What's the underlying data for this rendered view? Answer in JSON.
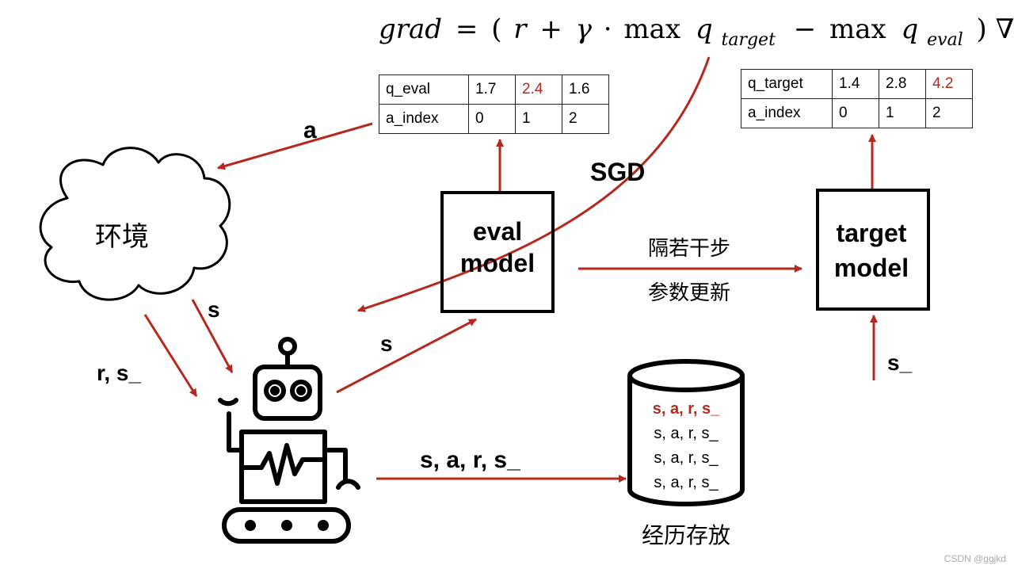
{
  "formula": {
    "lhs": "grad",
    "eq": "=",
    "open": "(",
    "r": "r",
    "plus": "+",
    "gamma": "γ",
    "dot": "·",
    "max1": "max",
    "q1": "q",
    "q1_sub": "target",
    "minus": "−",
    "max2": "max",
    "q2": "q",
    "q2_sub": "eval",
    "close": ")",
    "nabla": "∇(θ)"
  },
  "eval_table": {
    "rows": [
      {
        "label": "q_eval",
        "cells": [
          "1.7",
          "2.4",
          "1.6"
        ]
      },
      {
        "label": "a_index",
        "cells": [
          "0",
          "1",
          "2"
        ]
      }
    ],
    "highlight_col": 1
  },
  "target_table": {
    "rows": [
      {
        "label": "q_target",
        "cells": [
          "1.4",
          "2.8",
          "4.2"
        ]
      },
      {
        "label": "a_index",
        "cells": [
          "0",
          "1",
          "2"
        ]
      }
    ],
    "highlight_col": 2
  },
  "labels": {
    "a": "a",
    "sgd": "SGD",
    "env": "环境",
    "s_env": "s",
    "r_s": "r, s_",
    "s_robot": "s",
    "eval_line1": "eval",
    "eval_line2": "model",
    "target_line1": "target",
    "target_line2": "model",
    "sync_line1": "隔若干步",
    "sync_line2": "参数更新",
    "s_next": "s_",
    "transition": "s, a, r, s_",
    "memory_title": "经历存放",
    "memory_rows": [
      "s, a, r, s_",
      "s, a, r, s_",
      "s, a, r, s_",
      "s, a, r, s_"
    ],
    "watermark": "CSDN @ggjkd"
  },
  "colors": {
    "accent": "#b5281e",
    "stroke": "#000000"
  }
}
